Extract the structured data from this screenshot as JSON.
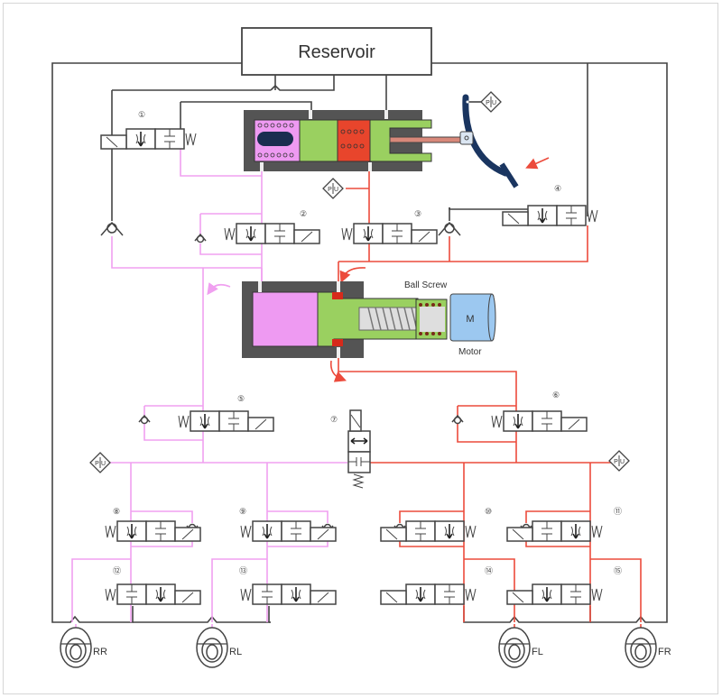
{
  "diagram": {
    "title": "Electro-hydraulic brake system schematic",
    "reservoir": {
      "label": "Reservoir"
    },
    "ball_screw": {
      "label": "Ball Screw"
    },
    "motor": {
      "label": "Motor",
      "symbol": "M"
    },
    "pressure_sensor": {
      "symbol_left": "P",
      "symbol_right": "U"
    },
    "valves": [
      {
        "id": "1",
        "label": "①"
      },
      {
        "id": "2",
        "label": "②"
      },
      {
        "id": "3",
        "label": "③"
      },
      {
        "id": "4",
        "label": "④"
      },
      {
        "id": "5",
        "label": "⑤"
      },
      {
        "id": "6",
        "label": "⑥"
      },
      {
        "id": "7",
        "label": "⑦"
      },
      {
        "id": "8",
        "label": "⑧"
      },
      {
        "id": "9",
        "label": "⑨"
      },
      {
        "id": "10",
        "label": "⑩"
      },
      {
        "id": "11",
        "label": "⑪"
      },
      {
        "id": "12",
        "label": "⑫"
      },
      {
        "id": "13",
        "label": "⑬"
      },
      {
        "id": "14",
        "label": "⑭"
      },
      {
        "id": "15",
        "label": "⑮"
      }
    ],
    "wheels": [
      {
        "id": "RR",
        "label": "RR"
      },
      {
        "id": "RL",
        "label": "RL"
      },
      {
        "id": "FL",
        "label": "FL"
      },
      {
        "id": "FR",
        "label": "FR"
      }
    ],
    "colors": {
      "line": "#444444",
      "circuit_1": "#f0a0f0",
      "circuit_2": "#ec4b3c",
      "chamber_pink": "#ee9af2",
      "piston_green": "#9ad060",
      "spring_red": "#e8452c",
      "housing": "#545454",
      "motor_blue": "#9cc8f0",
      "pedal_navy": "#1a3560"
    }
  }
}
